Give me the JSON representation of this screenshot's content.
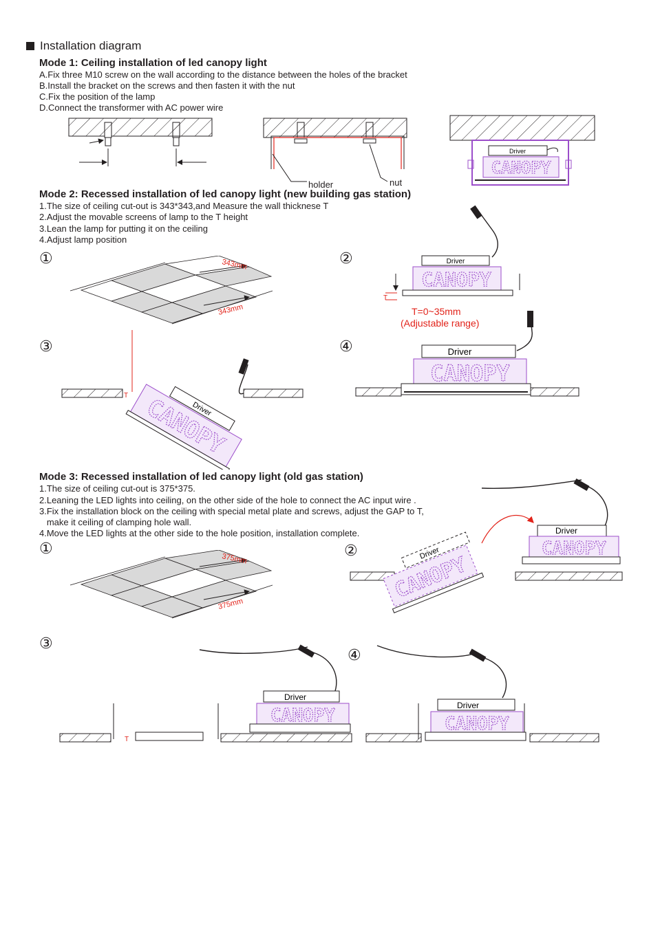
{
  "title": "Installation diagram",
  "lamp_label": "CANOPY",
  "driver_label": "Driver",
  "colors": {
    "lamp": "#9b4dca",
    "dimension": "#e2231a",
    "ink": "#231f20",
    "tile": "#d9d9d9"
  },
  "mode1": {
    "heading": "Mode 1:  Ceiling installation of led canopy light",
    "steps": [
      "A.Fix three M10 screw on the wall according to the distance between the holes of the bracket",
      "B.Install the bracket on the screws and then fasten it with the nut",
      "C.Fix the position of the lamp",
      "D.Connect the transformer with AC power wire"
    ],
    "holder_label": "holder",
    "nut_label": "nut"
  },
  "mode2": {
    "heading": "Mode 2:  Recessed installation of led canopy light (new building gas station)",
    "steps": [
      "1.The size of ceiling cut-out is  343*343,and Measure the wall thicknese T",
      "2.Adjust the movable screens of lamp to the T height",
      "3.Lean the lamp for putting it on the ceiling",
      "4.Adjust lamp position"
    ],
    "markers": [
      "①",
      "②",
      "③",
      "④"
    ],
    "dimension": "343mm",
    "t_label": "T",
    "range_value": "T=0~35mm",
    "range_note": "(Adjustable range)"
  },
  "mode3": {
    "heading": "Mode 3:  Recessed installation of led canopy light (old gas station)",
    "steps": [
      "1.The size of ceiling cut-out is  375*375.",
      "2.Leaning the LED lights into ceiling, on the other side of the hole to connect the AC input wire .",
      "3.Fix the installation block on the ceiling with special metal plate and screws, adjust the GAP to T,",
      "   make it ceiling of clamping hole wall.",
      "4.Move the LED lights at the other side to the hole position, installation complete."
    ],
    "markers": [
      "①",
      "②",
      "③",
      "④"
    ],
    "dimension": "375mm",
    "t_label": "T"
  }
}
